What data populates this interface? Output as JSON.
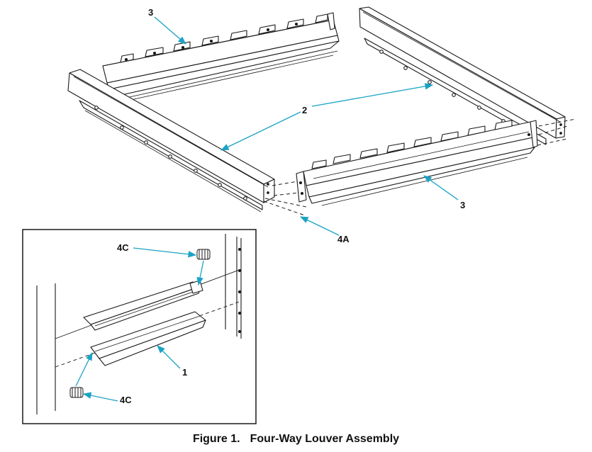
{
  "callouts": {
    "top_left_3": "3",
    "center_2": "2",
    "right_3": "3",
    "label_4a": "4A",
    "inset_4c_top": "4C",
    "inset_1": "1",
    "inset_4c_bottom": "4C"
  },
  "caption": {
    "number": "Figure 1.",
    "title": "Four-Way Louver Assembly"
  },
  "colors": {
    "leader": "#1aa3c4",
    "line": "#1a1a1a"
  }
}
